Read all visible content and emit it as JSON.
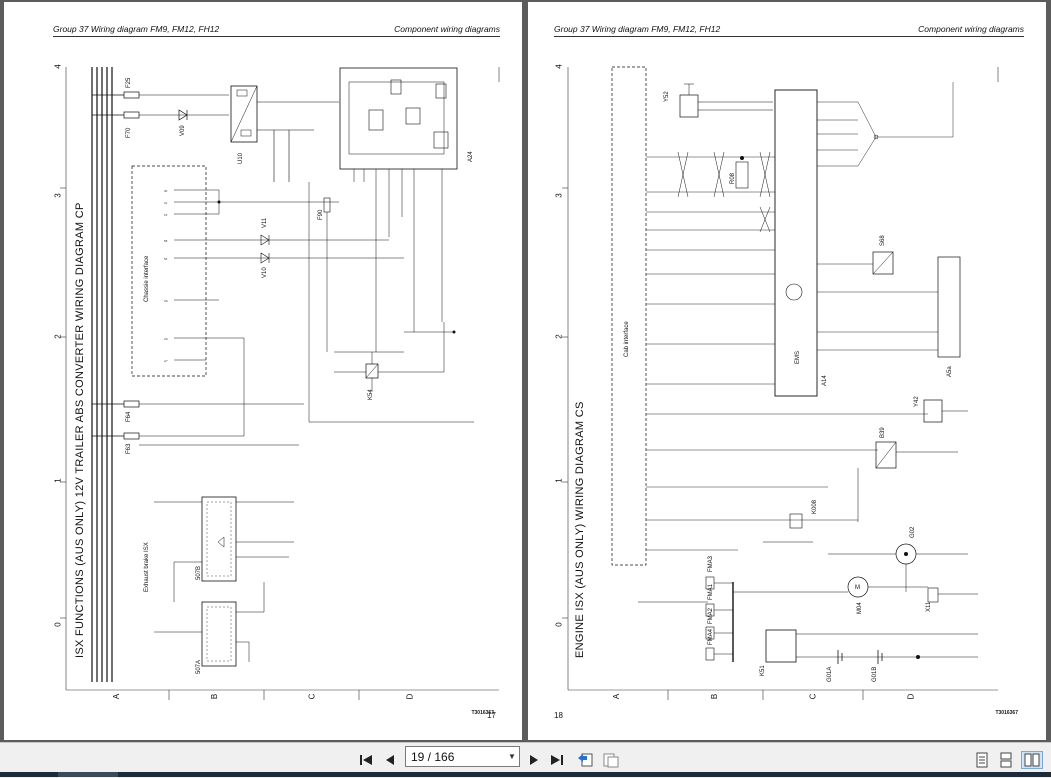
{
  "left_page": {
    "header_left": "Group 37 Wiring diagram FM9, FM12, FH12",
    "header_right": "Component wiring diagrams",
    "title": "ISX FUNCTIONS (AUS ONLY)    12V TRAILER ABS CONVERTER    WIRING DIAGRAM CP",
    "page_number": "17",
    "doc_id": "T3016363",
    "columns": [
      "0",
      "1",
      "2",
      "3",
      "4"
    ],
    "rows": [
      "A",
      "B",
      "C",
      "D"
    ],
    "box_label": "Chassie interface",
    "components": [
      "F25",
      "F70",
      "V09",
      "U10",
      "A24",
      "F90",
      "V11",
      "V10",
      "F64",
      "F63",
      "K54",
      "507B",
      "507A"
    ],
    "sub_label": "Exhaust brake ISX"
  },
  "right_page": {
    "header_left": "Group 37 Wiring diagram FM9, FM12, FH12",
    "header_right": "Component wiring diagrams",
    "title": "ENGINE ISX (AUS ONLY)    WIRING DIAGRAM CS",
    "page_number": "18",
    "doc_id": "T3016367",
    "columns": [
      "0",
      "1",
      "2",
      "3",
      "4"
    ],
    "rows": [
      "A",
      "B",
      "C",
      "D"
    ],
    "box_label": "Cab interface",
    "components": [
      "Y52",
      "R08",
      "S68",
      "A5a",
      "EMS",
      "A14",
      "Y42",
      "B39",
      "K008",
      "G02",
      "M04",
      "X11",
      "FMA3",
      "FMA1",
      "FMA2",
      "FMA4",
      "K51",
      "G01A",
      "G01B"
    ]
  },
  "toolbar": {
    "page_value": "19 / 166",
    "first_icon": "first-page-icon",
    "prev_icon": "prev-page-icon",
    "next_icon": "next-page-icon",
    "last_icon": "last-page-icon",
    "back_icon": "go-back-icon",
    "forward_icon": "go-forward-icon",
    "single_icon": "single-page-icon",
    "continuous_icon": "continuous-page-icon",
    "facing_icon": "facing-page-icon"
  },
  "colors": {
    "viewer_bg": "#5c5c5c",
    "toolbar_bg": "#f0f0f0",
    "active_view": "#cfe3f7"
  }
}
